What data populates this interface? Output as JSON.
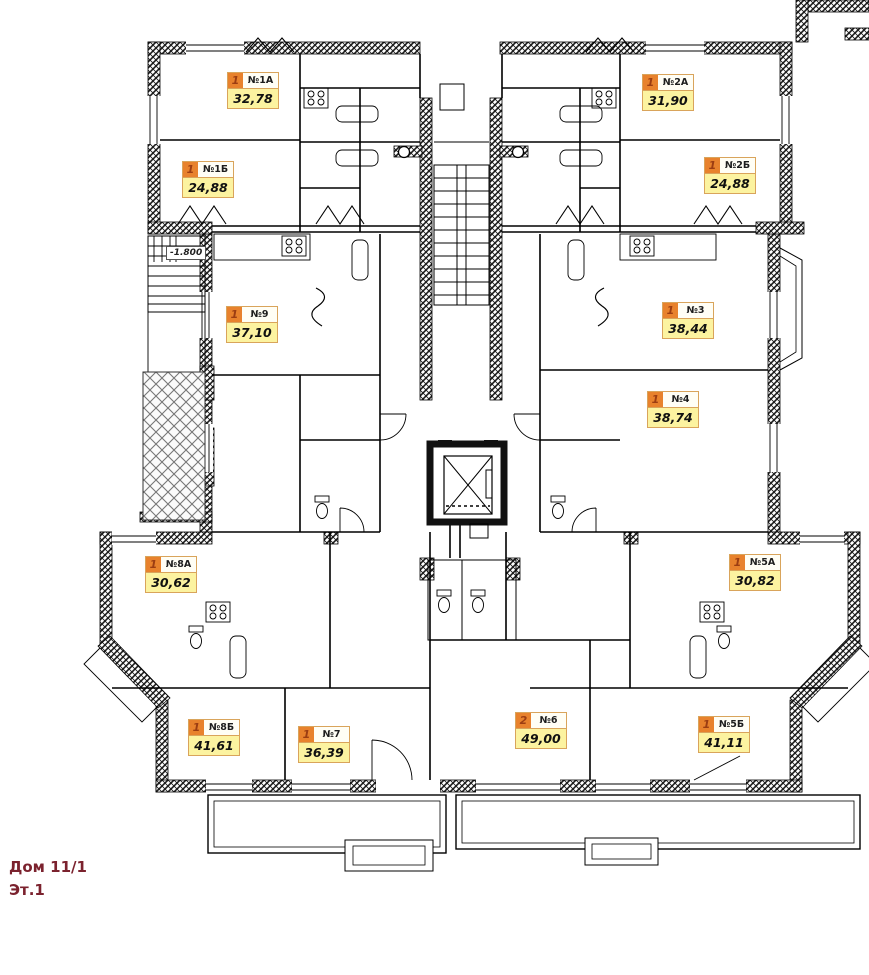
{
  "plan": {
    "building_title": "Дом 11/1",
    "floor_title": "Эт.1",
    "level_mark": "-1.800"
  },
  "apartments": [
    {
      "rooms": "1",
      "number": "№1А",
      "area": "32,78"
    },
    {
      "rooms": "1",
      "number": "№2А",
      "area": "31,90"
    },
    {
      "rooms": "1",
      "number": "№1Б",
      "area": "24,88"
    },
    {
      "rooms": "1",
      "number": "№2Б",
      "area": "24,88"
    },
    {
      "rooms": "1",
      "number": "№9",
      "area": "37,10"
    },
    {
      "rooms": "1",
      "number": "№3",
      "area": "38,44"
    },
    {
      "rooms": "1",
      "number": "№4",
      "area": "38,74"
    },
    {
      "rooms": "1",
      "number": "№8А",
      "area": "30,62"
    },
    {
      "rooms": "1",
      "number": "№5А",
      "area": "30,82"
    },
    {
      "rooms": "1",
      "number": "№8Б",
      "area": "41,61"
    },
    {
      "rooms": "1",
      "number": "№7",
      "area": "36,39"
    },
    {
      "rooms": "2",
      "number": "№6",
      "area": "49,00"
    },
    {
      "rooms": "1",
      "number": "№5Б",
      "area": "41,11"
    }
  ],
  "colors": {
    "rooms_badge_bg": "#E8822D",
    "rooms_badge_text": "#9C3D12",
    "label_border": "#D9A45B",
    "label_area_bg": "#FCF3A0",
    "label_number_bg": "#FFFEF5",
    "title_text": "#7B222E"
  }
}
